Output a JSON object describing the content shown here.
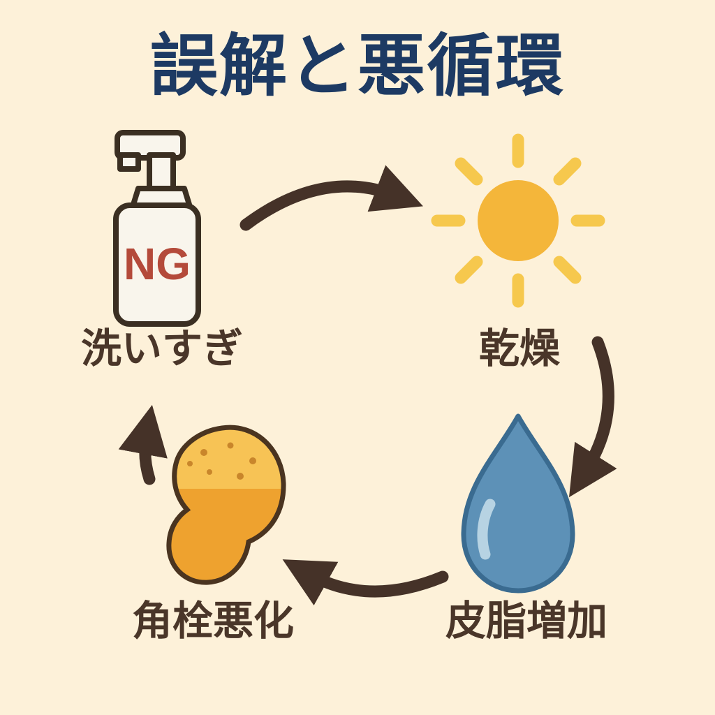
{
  "title": "誤解と悪循環",
  "cycle": {
    "steps": [
      {
        "label": "洗いすぎ",
        "icon": "pump-bottle-ng-icon"
      },
      {
        "label": "乾燥",
        "icon": "sun-icon"
      },
      {
        "label": "皮脂増加",
        "icon": "water-drop-icon"
      },
      {
        "label": "角栓悪化",
        "icon": "sebum-plug-icon"
      }
    ]
  },
  "bottle_badge": "NG",
  "colors": {
    "background": "#fdf1d9",
    "title": "#1d3a63",
    "label_text": "#4a3629",
    "arrow": "#453228",
    "sun_body": "#f4b63a",
    "sun_rays": "#f6c84d",
    "drop_fill": "#5d91b7",
    "drop_stroke": "#3a6b90",
    "drop_highlight": "#b7d3e3",
    "plug_light": "#f7c355",
    "plug_dark": "#eea22f",
    "plug_outline": "#4a3420",
    "plug_dots": "#c9862b",
    "bottle_fill": "#f9f5ec",
    "bottle_outline": "#3b2f22",
    "ng_text": "#b44a3a"
  }
}
